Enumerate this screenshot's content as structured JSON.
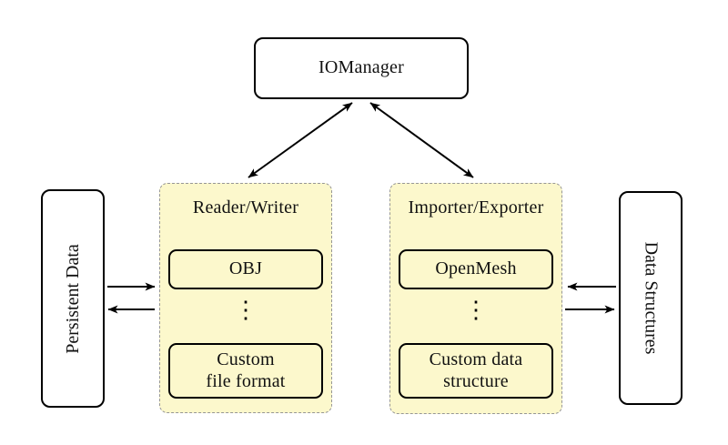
{
  "diagram": {
    "iomanager": {
      "label": "IOManager"
    },
    "persistent_data": {
      "label": "Persistent Data"
    },
    "data_structures": {
      "label": "Data Structures"
    },
    "reader_writer": {
      "title": "Reader/Writer",
      "items": [
        "OBJ",
        "Custom\nfile format"
      ],
      "ellipsis": "⋮"
    },
    "importer_exporter": {
      "title": "Importer/Exporter",
      "items": [
        "OpenMesh",
        "Custom data\nstructure"
      ],
      "ellipsis": "⋮"
    }
  },
  "colors": {
    "background": "#ffffff",
    "group_fill": "#fcf8cc",
    "group_border": "#969696",
    "node_border": "#000000",
    "arrow": "#000000"
  }
}
